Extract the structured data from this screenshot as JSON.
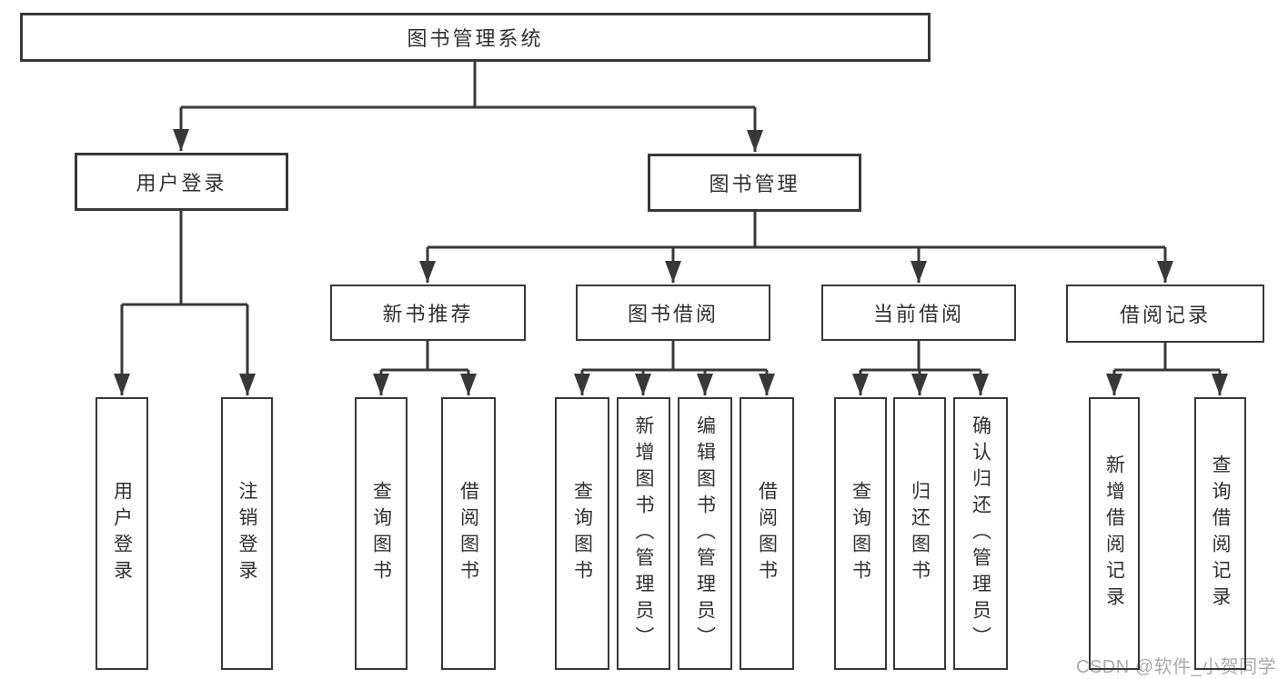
{
  "diagram": {
    "title_node": {
      "label": "图书管理系统"
    },
    "level2": [
      {
        "label": "用户登录"
      },
      {
        "label": "图书管理"
      }
    ],
    "level3": [
      {
        "label": "新书推荐",
        "parent": "图书管理"
      },
      {
        "label": "图书借阅",
        "parent": "图书管理"
      },
      {
        "label": "当前借阅",
        "parent": "图书管理"
      },
      {
        "label": "借阅记录",
        "parent": "图书管理"
      }
    ],
    "level4": [
      {
        "label": "用户登录",
        "parent": "用户登录"
      },
      {
        "label": "注销登录",
        "parent": "用户登录"
      },
      {
        "label": "查询图书",
        "parent": "新书推荐"
      },
      {
        "label": "借阅图书",
        "parent": "新书推荐"
      },
      {
        "label": "查询图书",
        "parent": "图书借阅"
      },
      {
        "label": "新增图书（管理员）",
        "parent": "图书借阅"
      },
      {
        "label": "编辑图书（管理员）",
        "parent": "图书借阅"
      },
      {
        "label": "借阅图书",
        "parent": "图书借阅"
      },
      {
        "label": "查询图书",
        "parent": "当前借阅"
      },
      {
        "label": "归还图书",
        "parent": "当前借阅"
      },
      {
        "label": "确认归还（管理员）",
        "parent": "当前借阅"
      },
      {
        "label": "新增借阅记录",
        "parent": "借阅记录"
      },
      {
        "label": "查询借阅记录",
        "parent": "借阅记录"
      }
    ],
    "watermark": "CSDN @软件_小贺同学",
    "colors": {
      "line": "#383838",
      "text": "#303030",
      "watermark": "#a9a9a9",
      "background": "#ffffff"
    }
  }
}
